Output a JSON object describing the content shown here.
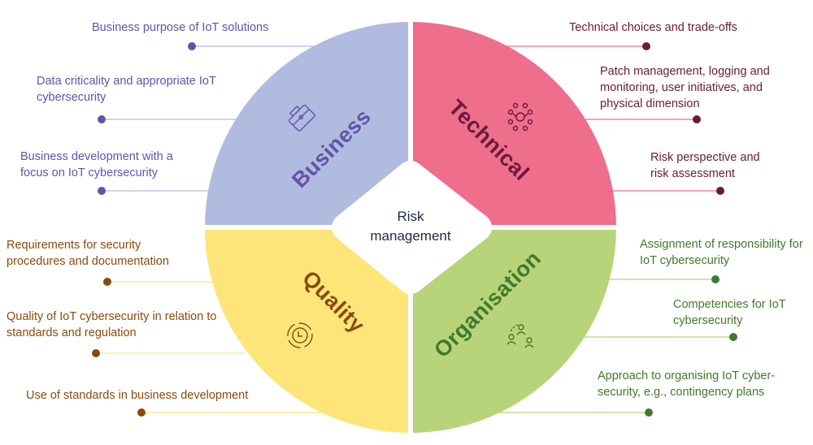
{
  "center": {
    "line1": "Risk",
    "line2": "management"
  },
  "quadrants": {
    "business": {
      "label": "Business",
      "icon": "briefcase-icon",
      "color": "#b0bbdf",
      "text_color": "#6452a8"
    },
    "technical": {
      "label": "Technical",
      "icon": "network-hub-icon",
      "color": "#ee6e8c",
      "text_color": "#6b1a3a"
    },
    "quality": {
      "label": "Quality",
      "icon": "clock-cycle-icon",
      "color": "#fde57a",
      "text_color": "#8a4b0c"
    },
    "organisation": {
      "label": "Organisation",
      "icon": "people-cycle-icon",
      "color": "#b8d47a",
      "text_color": "#3f7a2c"
    }
  },
  "items": {
    "business": [
      "Business purpose of IoT solutions",
      "Data criticality and appropriate IoT cybersecurity",
      "Business development with a focus on IoT cybersecurity"
    ],
    "technical": [
      "Technical choices and trade-offs",
      "Patch management, logging and monitoring, user initiatives, and physical dimension",
      "Risk perspective and risk assessment"
    ],
    "quality": [
      "Requirements for security procedures and documentation",
      "Quality of IoT cybersecurity in relation to standards and regulation",
      "Use of standards in business development"
    ],
    "organisation": [
      "Assignment of responsibility for IoT cybersecurity",
      "Competencies for IoT cybersecurity",
      "Approach to organising IoT cyber-security, e.g., contingency plans"
    ]
  }
}
